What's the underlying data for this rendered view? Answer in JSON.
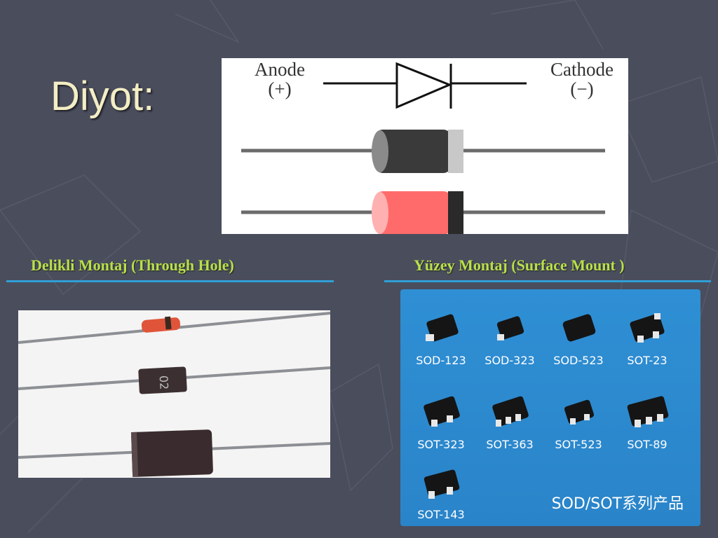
{
  "slide": {
    "title": "Diyot:"
  },
  "diagram": {
    "anode_label": "Anode",
    "anode_sign": "(+)",
    "cathode_label": "Cathode",
    "cathode_sign": "(−)",
    "colors": {
      "body_dark": "#3a3a3a",
      "body_red": "#ff6b6b",
      "band_gray": "#c8c8c8",
      "lead": "#6b6b6b"
    }
  },
  "sections": {
    "through_hole": "Delikli Montaj (Through Hole)",
    "surface_mount": "Yüzey Montaj (Surface Mount )"
  },
  "through_hole_photo": {
    "markings": [
      "02"
    ]
  },
  "smd_photo": {
    "packages": [
      "SOD-123",
      "SOD-323",
      "SOD-523",
      "SOT-23",
      "SOT-323",
      "SOT-363",
      "SOT-523",
      "SOT-89",
      "SOT-143"
    ],
    "caption": "SOD/SOT系列产品"
  },
  "colors": {
    "background": "#4a4d5c",
    "title": "#f3eec4",
    "heading": "#b8e04a",
    "rule": "#2f9fd6",
    "smd_bg": "#2f8fd4"
  }
}
